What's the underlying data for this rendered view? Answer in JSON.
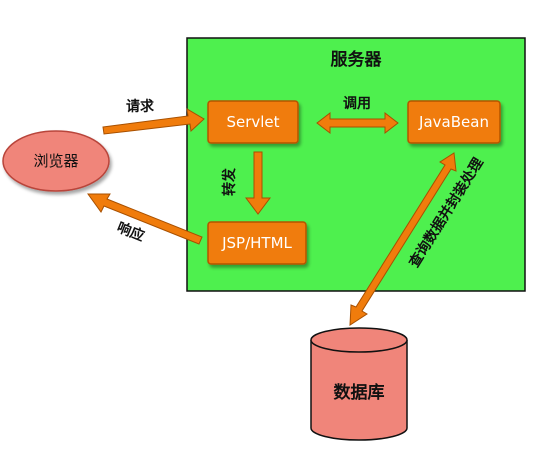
{
  "server": {
    "title": "服务器",
    "fill": "#4ef04e",
    "stroke": "#111111"
  },
  "nodes": {
    "servlet": "Servlet",
    "javabean": "JavaBean",
    "jsp": "JSP/HTML",
    "browser": "浏览器",
    "database": "数据库"
  },
  "edges": {
    "request": "请求",
    "call": "调用",
    "forward": "转发",
    "response": "响应",
    "query": "查询数据并封装处理"
  },
  "colors": {
    "box_fill": "#f07c0c",
    "box_stroke": "#b35400",
    "arrow_fill": "#f07c0c",
    "arrow_stroke": "#a85000",
    "browser_fill": "#f0857a",
    "browser_stroke": "#b8443a",
    "db_fill": "#f0857a",
    "db_stroke": "#111111"
  }
}
